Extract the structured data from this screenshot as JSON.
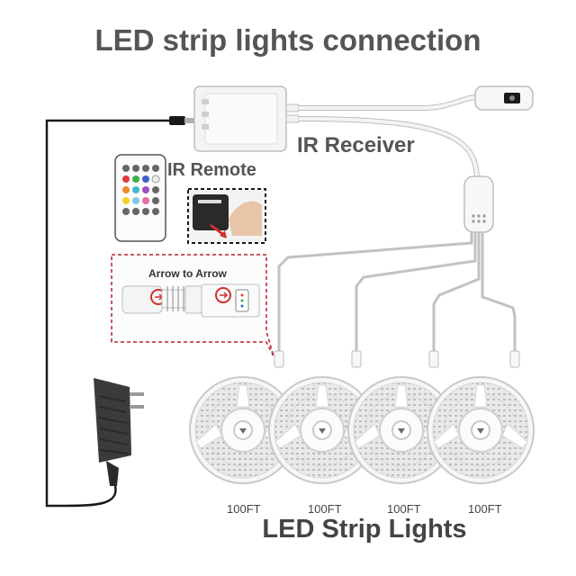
{
  "title": "LED strip lights connection",
  "labels": {
    "ir_receiver": "IR Receiver",
    "ir_remote": "IR Remote",
    "arrow_hint": "Arrow to  Arrow",
    "strip_lengths": [
      "100FT",
      "100FT",
      "100FT",
      "100FT"
    ],
    "bottom": "LED Strip Lights"
  },
  "icons": {
    "controller": "ir-controller-box-icon",
    "dc_jack": "dc-female-jack-icon",
    "remote": "ir-remote-icon",
    "battery_tab": "remote-battery-tab-icon",
    "adapter": "power-adapter-icon",
    "splitter": "four-way-splitter-icon",
    "reel": "led-strip-reel-icon",
    "pin_connector": "4-pin-connector-icon"
  },
  "colors": {
    "cable_black": "#1a1a1a",
    "cable_white": "#f2f2f2",
    "cable_outline": "#b5b5b5",
    "dashed_red": "#b8212b",
    "arrow_red": "#d0302c",
    "text_gray": "#555555"
  }
}
